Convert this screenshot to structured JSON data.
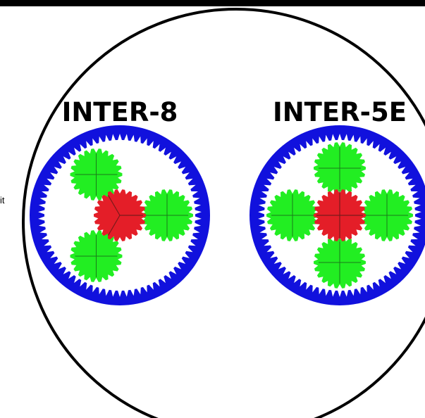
{
  "stray_text": "it",
  "gearsets": [
    {
      "id": "inter-8",
      "title": "INTER-8",
      "planet_count": 3,
      "planet_angles_deg": [
        0,
        120,
        240
      ]
    },
    {
      "id": "inter-5e",
      "title": "INTER-5E",
      "planet_count": 4,
      "planet_angles_deg": [
        0,
        90,
        180,
        270
      ]
    }
  ],
  "colors": {
    "background": "#ffffff",
    "ring_gear": "#1111dd",
    "sun_gear": "#e41e28",
    "planet_gear": "#22ee22",
    "carrier_line": "#1a7a1a",
    "outline": "#000000"
  }
}
